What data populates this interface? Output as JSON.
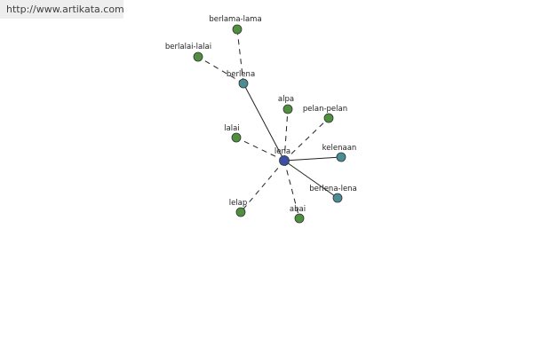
{
  "source_link": "http://www.artikata.com",
  "colors": {
    "center_node": "#3b4fa3",
    "related_node": "#4c8c95",
    "synonym_node": "#4f8f3f",
    "background": "#ffffff"
  },
  "graph": {
    "center": "lena",
    "nodes": [
      {
        "id": "lena",
        "label": "lena",
        "kind": "center"
      },
      {
        "id": "berlena",
        "label": "berlena",
        "kind": "related"
      },
      {
        "id": "berlama-lama",
        "label": "berlama-lama",
        "kind": "synonym"
      },
      {
        "id": "berlalai-lalai",
        "label": "berlalai-lalai",
        "kind": "synonym"
      },
      {
        "id": "alpa",
        "label": "alpa",
        "kind": "synonym"
      },
      {
        "id": "pelan-pelan",
        "label": "pelan-pelan",
        "kind": "synonym"
      },
      {
        "id": "lalai",
        "label": "lalai",
        "kind": "synonym"
      },
      {
        "id": "kelenaan",
        "label": "kelenaan",
        "kind": "related"
      },
      {
        "id": "berlena-lena",
        "label": "berlena-lena",
        "kind": "related"
      },
      {
        "id": "lelap",
        "label": "lelap",
        "kind": "synonym"
      },
      {
        "id": "abai",
        "label": "abai",
        "kind": "synonym"
      }
    ],
    "edges": [
      {
        "from": "lena",
        "to": "berlena",
        "style": "solid"
      },
      {
        "from": "lena",
        "to": "kelenaan",
        "style": "solid"
      },
      {
        "from": "lena",
        "to": "berlena-lena",
        "style": "solid"
      },
      {
        "from": "lena",
        "to": "alpa",
        "style": "dashed"
      },
      {
        "from": "lena",
        "to": "pelan-pelan",
        "style": "dashed"
      },
      {
        "from": "lena",
        "to": "lalai",
        "style": "dashed"
      },
      {
        "from": "lena",
        "to": "lelap",
        "style": "dashed"
      },
      {
        "from": "lena",
        "to": "abai",
        "style": "dashed"
      },
      {
        "from": "berlena",
        "to": "berlama-lama",
        "style": "dashed"
      },
      {
        "from": "berlena",
        "to": "berlalai-lalai",
        "style": "dashed"
      }
    ]
  }
}
